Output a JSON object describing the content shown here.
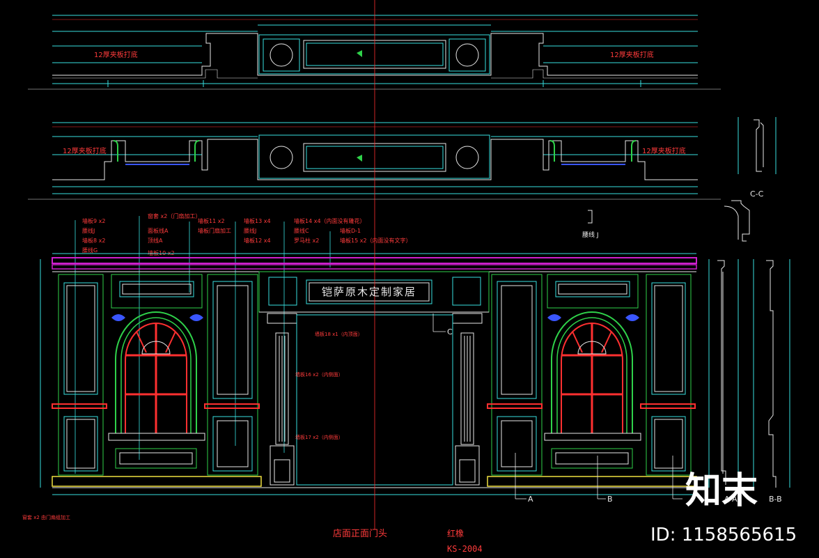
{
  "labels": {
    "top_left": "12厚夹板打底",
    "top_right": "12厚夹板打底",
    "mid_left": "12厚夹板打底",
    "mid_right": "12厚夹板打底",
    "sign": "铠萨原木定制家居",
    "section_cc": "C-C",
    "profile_j": "腰线 J",
    "sec_a": "A",
    "sec_b": "B",
    "sec_ab_a": "A-A",
    "sec_ab_b": "B-B",
    "arrow_a": "A",
    "arrow_b": "B",
    "arrow_c": "C",
    "bottom_note": "窗套 x2 由门扇组加工",
    "title": "店面正面门头",
    "material": "红橡",
    "code": "KS-2004",
    "watermark": "知末",
    "id_text": "ID: 1158565615",
    "door_top_label": "墙板18 x1（内顶面）",
    "column_mid_label": "墙板16 x2（内侧面）",
    "column_low_label": "墙板17 x2（内侧面）"
  },
  "callouts_left": [
    "墙板9 x2",
    "腰线J",
    "墙板8 x2",
    "腰线G"
  ],
  "callouts_mid1": [
    "窗套 x2（门扇加工）",
    "面板线A",
    "顶线A",
    "墙板10 x2"
  ],
  "callouts_mid2": [
    "墙板11 x2",
    "墙板门扇加工"
  ],
  "callouts_mid3": [
    "墙板13 x4",
    "腰线J",
    "墙板12 x4"
  ],
  "callouts_right1": [
    "墙板14 x4（内面没有雕花）",
    "腰线C",
    "罗马柱 x2"
  ],
  "callouts_right2": [
    "墙板D-1",
    "墙板15 x2（内面没有文字）"
  ],
  "colors": {
    "cyan": "#38e0e0",
    "green": "#2fd24a",
    "red": "#ff3030",
    "magenta": "#d020d0",
    "yellow": "#f0e040",
    "white": "#e8e8e8",
    "blue": "#3a56ff"
  }
}
